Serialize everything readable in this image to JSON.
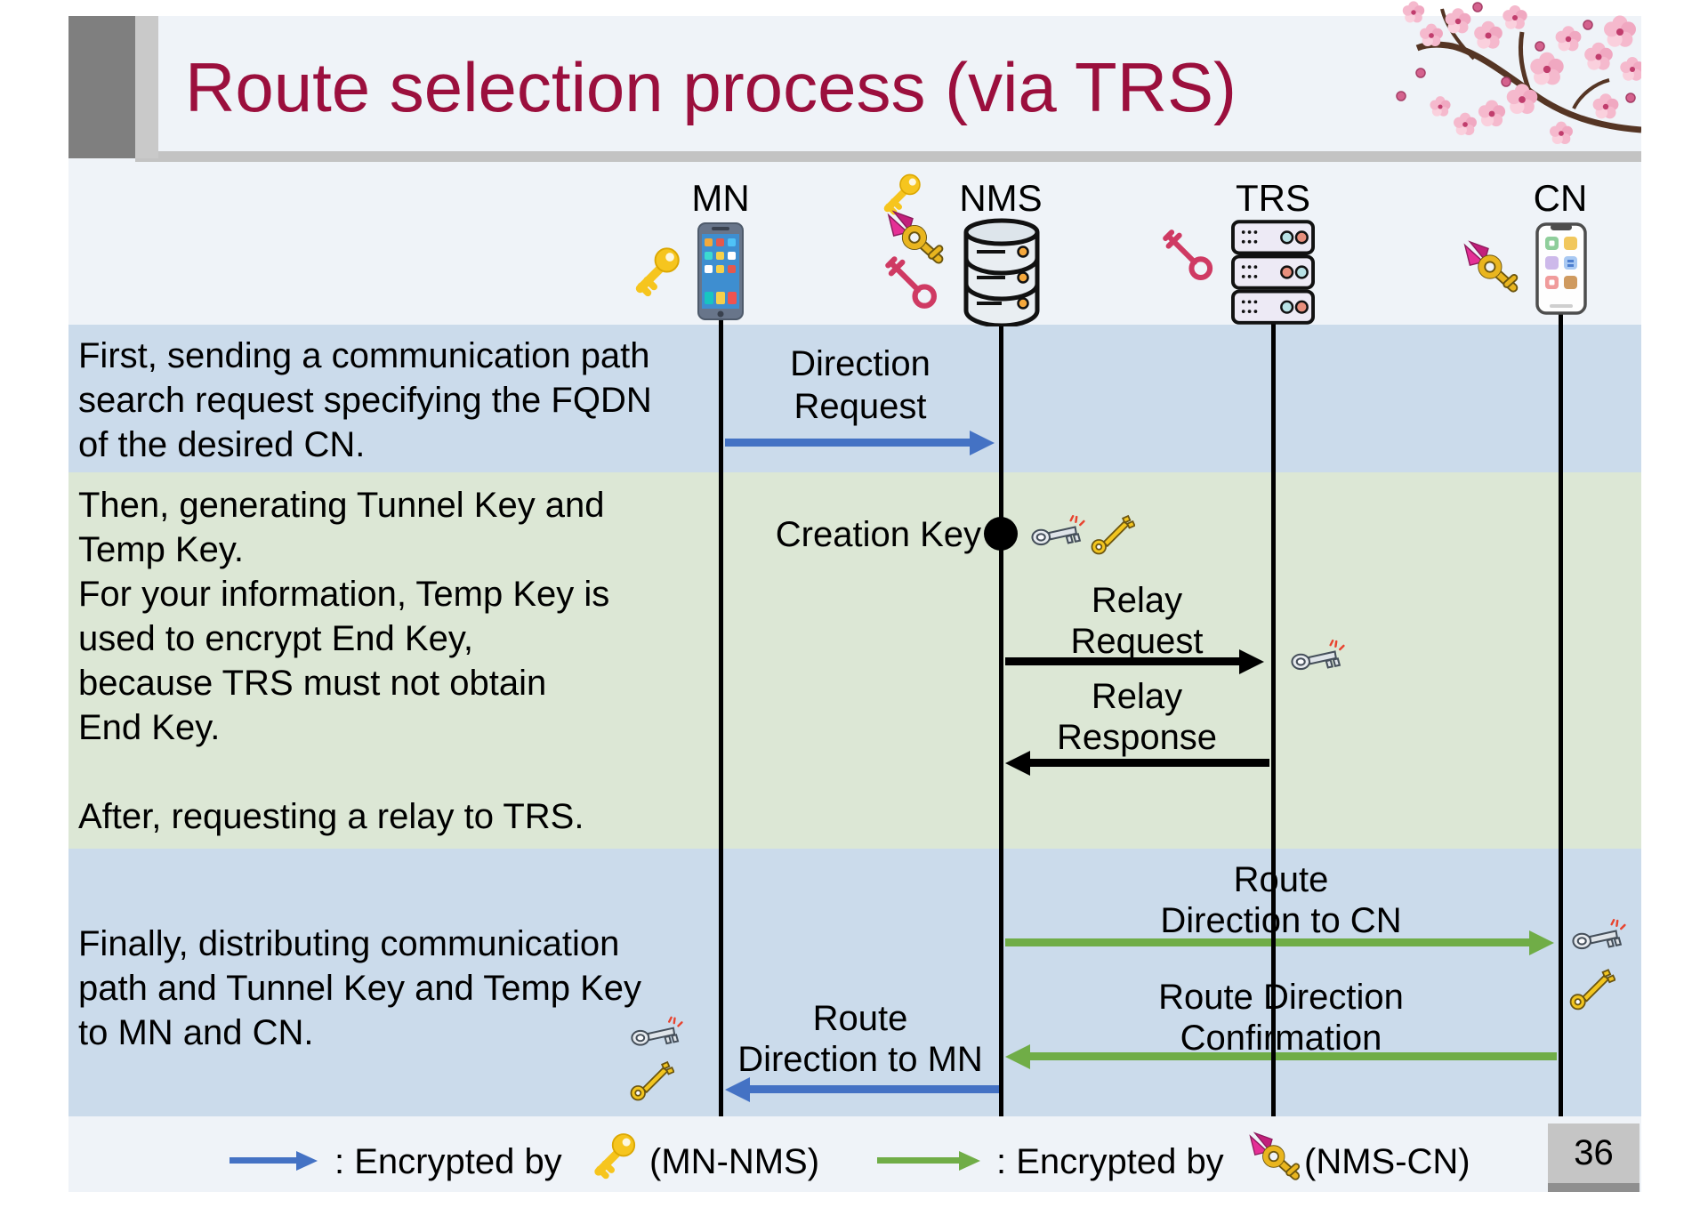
{
  "title": "Route selection process (via TRS)",
  "page_number": "36",
  "actors": {
    "mn": {
      "label": "MN",
      "icon": "smartphone-icon",
      "keys": [
        "gold-key-icon"
      ]
    },
    "nms": {
      "label": "NMS",
      "icon": "database-icon",
      "keys": [
        "gold-key-icon",
        "ribbon-key-icon",
        "pink-antique-key-icon"
      ]
    },
    "trs": {
      "label": "TRS",
      "icon": "server-rack-icon",
      "keys": [
        "pink-antique-key-icon"
      ]
    },
    "cn": {
      "label": "CN",
      "icon": "smartphone-icon",
      "keys": [
        "ribbon-key-icon"
      ]
    }
  },
  "steps": {
    "step1": "First, sending a communication path\nsearch request specifying the FQDN\nof the desired CN.",
    "step2": "Then, generating Tunnel Key and\nTemp Key.\nFor your information, Temp Key is\nused to encrypt End Key,\nbecause TRS must not obtain\nEnd Key.\n\nAfter, requesting a relay to TRS.",
    "step3": "Finally, distributing communication\npath and Tunnel Key and Temp Key\nto MN and CN."
  },
  "messages": {
    "direction_request": {
      "label": "Direction\nRequest",
      "from": "MN",
      "to": "NMS",
      "arrow_color": "#4472c4"
    },
    "creation_key": {
      "label": "Creation Key",
      "at": "NMS",
      "keys": [
        "silver-key-icon",
        "gold-antique-key-icon"
      ]
    },
    "relay_request": {
      "label": "Relay\nRequest",
      "from": "NMS",
      "to": "TRS",
      "arrow_color": "#000000",
      "keys": [
        "silver-key-icon"
      ]
    },
    "relay_response": {
      "label": "Relay\nResponse",
      "from": "TRS",
      "to": "NMS",
      "arrow_color": "#000000"
    },
    "route_to_cn": {
      "label": "Route\nDirection to CN",
      "from": "NMS",
      "to": "CN",
      "arrow_color": "#70ad47",
      "keys": [
        "silver-key-icon",
        "gold-antique-key-icon"
      ]
    },
    "route_confirmation": {
      "label": "Route Direction\nConfirmation",
      "from": "CN",
      "to": "NMS",
      "arrow_color": "#70ad47"
    },
    "route_to_mn": {
      "label": "Route\nDirection to MN",
      "from": "NMS",
      "to": "MN",
      "arrow_color": "#4472c4",
      "keys": [
        "silver-key-icon",
        "gold-antique-key-icon"
      ]
    }
  },
  "legend": {
    "mn_nms": {
      "text": ": Encrypted by",
      "key_icon": "gold-key-icon",
      "suffix": "(MN-NMS)",
      "arrow_color": "#4472c4"
    },
    "nms_cn": {
      "text": ": Encrypted by",
      "key_icon": "ribbon-key-icon",
      "suffix": "(NMS-CN)",
      "arrow_color": "#70ad47"
    }
  },
  "colors": {
    "title": "#9b0f3d",
    "band_blue": "#cbdbeb",
    "band_green": "#dce7d5",
    "arrow_blue": "#4472c4",
    "arrow_green": "#70ad47",
    "arrow_black": "#000000",
    "header_gray": "#7f7f7f",
    "page_box_gray": "#c5c5c5"
  },
  "decorations": [
    "cherry-blossom-branch-icon"
  ]
}
